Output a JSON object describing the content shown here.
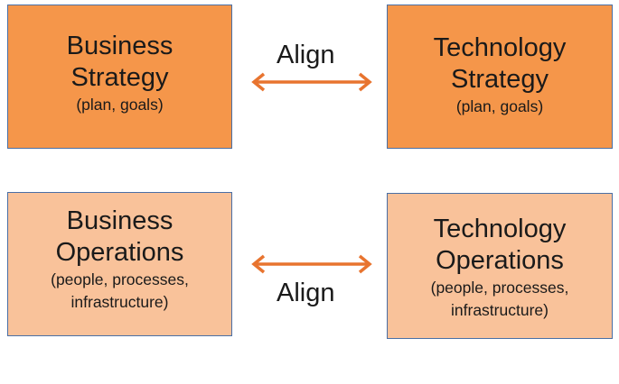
{
  "colors": {
    "strategy_fill": "#f5964a",
    "operations_fill": "#f9c29a",
    "box_border": "#4a6fa5",
    "arrow": "#e8742f"
  },
  "business_strategy": {
    "line1": "Business",
    "line2": "Strategy",
    "sub": "(plan, goals)"
  },
  "technology_strategy": {
    "line1": "Technology",
    "line2": "Strategy",
    "sub": "(plan, goals)"
  },
  "business_operations": {
    "line1": "Business",
    "line2": "Operations",
    "sub1": "(people, processes,",
    "sub2": "infrastructure)"
  },
  "technology_operations": {
    "line1": "Technology",
    "line2": "Operations",
    "sub1": "(people, processes,",
    "sub2": "infrastructure)"
  },
  "align_top": "Align",
  "align_bottom": "Align",
  "icons": {
    "strategy_connector": "double-headed-arrow-icon",
    "operations_connector": "double-headed-arrow-icon"
  }
}
